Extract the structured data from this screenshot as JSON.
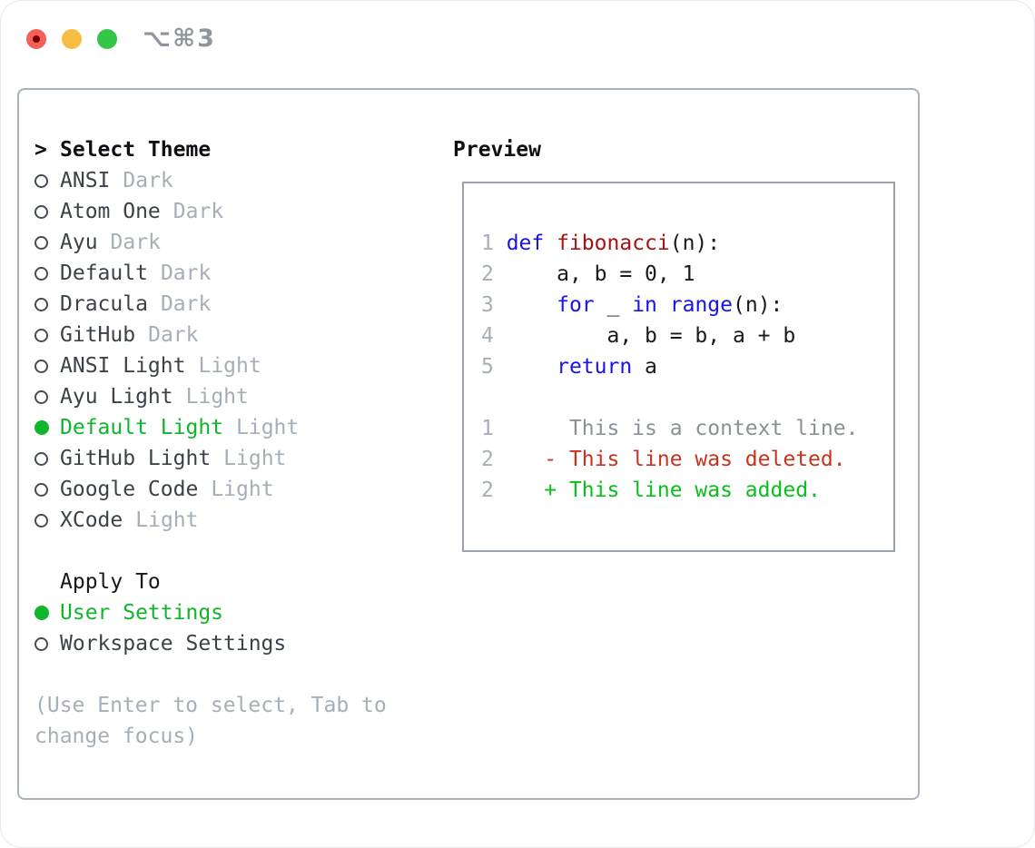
{
  "window": {
    "title": "⌥⌘3"
  },
  "theme_picker": {
    "prompt": ">",
    "header": "Select Theme",
    "items": [
      {
        "name": "ANSI",
        "variant": "Dark",
        "selected": false
      },
      {
        "name": "Atom One",
        "variant": "Dark",
        "selected": false
      },
      {
        "name": "Ayu",
        "variant": "Dark",
        "selected": false
      },
      {
        "name": "Default",
        "variant": "Dark",
        "selected": false
      },
      {
        "name": "Dracula",
        "variant": "Dark",
        "selected": false
      },
      {
        "name": "GitHub",
        "variant": "Dark",
        "selected": false
      },
      {
        "name": "ANSI Light",
        "variant": "Light",
        "selected": false
      },
      {
        "name": "Ayu Light",
        "variant": "Light",
        "selected": false
      },
      {
        "name": "Default Light",
        "variant": "Light",
        "selected": true
      },
      {
        "name": "GitHub Light",
        "variant": "Light",
        "selected": false
      },
      {
        "name": "Google Code",
        "variant": "Light",
        "selected": false
      },
      {
        "name": "XCode",
        "variant": "Light",
        "selected": false
      }
    ]
  },
  "apply_to": {
    "header": "Apply To",
    "options": [
      {
        "label": "User Settings",
        "selected": true
      },
      {
        "label": "Workspace Settings",
        "selected": false
      }
    ]
  },
  "help_text": "(Use Enter to select, Tab to change focus)",
  "preview": {
    "header": "Preview",
    "code_lines": [
      {
        "num": "1",
        "segments": [
          {
            "text": "def",
            "color": "keyword"
          },
          {
            "text": " ",
            "color": "plain"
          },
          {
            "text": "fibonacci",
            "color": "function"
          },
          {
            "text": "(n):",
            "color": "plain"
          }
        ]
      },
      {
        "num": "2",
        "segments": [
          {
            "text": "    a, b = 0, 1",
            "color": "plain"
          }
        ]
      },
      {
        "num": "3",
        "segments": [
          {
            "text": "    ",
            "color": "plain"
          },
          {
            "text": "for",
            "color": "keyword"
          },
          {
            "text": " _ ",
            "color": "plain"
          },
          {
            "text": "in",
            "color": "keyword"
          },
          {
            "text": " ",
            "color": "plain"
          },
          {
            "text": "range",
            "color": "keyword"
          },
          {
            "text": "(n):",
            "color": "plain"
          }
        ]
      },
      {
        "num": "4",
        "segments": [
          {
            "text": "        a, b = b, a + b",
            "color": "plain"
          }
        ]
      },
      {
        "num": "5",
        "segments": [
          {
            "text": "    ",
            "color": "plain"
          },
          {
            "text": "return",
            "color": "keyword"
          },
          {
            "text": " a",
            "color": "plain"
          }
        ]
      },
      {
        "num": "",
        "segments": []
      },
      {
        "num": "1",
        "segments": [
          {
            "text": "     This is a context line.",
            "color": "context"
          }
        ]
      },
      {
        "num": "2",
        "segments": [
          {
            "text": "   - This line was deleted.",
            "color": "deleted"
          }
        ]
      },
      {
        "num": "2",
        "segments": [
          {
            "text": "   + This line was added.",
            "color": "added"
          }
        ]
      }
    ]
  },
  "colors": {
    "keyword": "#1712ee",
    "function": "#a31414",
    "plain": "#17191d",
    "context": "#8b9198",
    "deleted": "#c8321e",
    "added": "#0abf1c",
    "accent_green": "#0fb62b",
    "line_number": "#a6afb9"
  }
}
